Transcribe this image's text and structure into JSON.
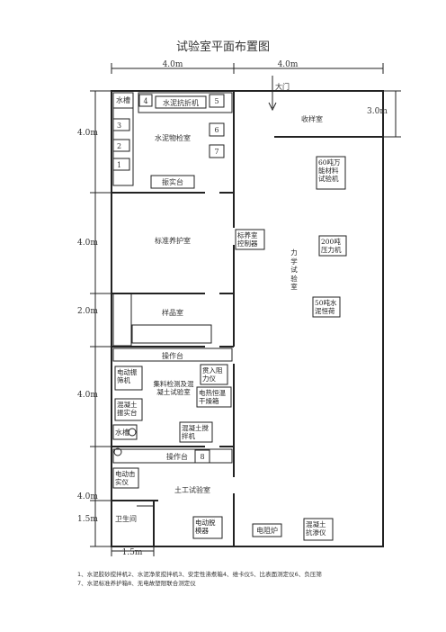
{
  "title": "试验室平面布置图",
  "dimensions": {
    "top_left": "4.0m",
    "top_right": "4.0m",
    "right_top": "3.0m",
    "left": [
      "4.0m",
      "4.0m",
      "2.0m",
      "4.0m",
      "4.0m",
      "1.5m"
    ],
    "bottom": "1.5m"
  },
  "rooms": {
    "cement": "水泥物检室",
    "curing": "标准养护室",
    "sample": "样品室",
    "aggregate": "集料检测及混凝土试验室",
    "soil": "土工试验室",
    "toilet": "卫生间",
    "receive": "收样室",
    "mechanics": "力学试验室",
    "gate": "大门"
  },
  "equipment": {
    "sink1": "水槽",
    "sink2": "水槽",
    "flexure": "水泥抗折机",
    "shaker_table": "振实台",
    "console1": "操作台",
    "console2": "操作台",
    "screen": "电动振筛机",
    "penetrometer": "贯入阻力仪",
    "vibrator": "混凝土振实台",
    "oven": "电热恒温干燥箱",
    "mixer": "混凝土搅拌机",
    "compactor": "电动击实仪",
    "demolder": "电动脱模器",
    "furnace": "电阻炉",
    "impermeability": "混凝土抗渗仪",
    "curing_controller": "标养室控制器",
    "universal": "60吨万能材料试验机",
    "press200": "200吨压力机",
    "bending50": "50吨水泥恒荷"
  },
  "numbers": [
    "1",
    "2",
    "3",
    "4",
    "5",
    "6",
    "7",
    "8"
  ],
  "legend": [
    "1、水泥胶砂搅拌机2、水泥净浆搅拌机3、安定性沸煮箱4、维卡仪5、比表面测定仪6、负压筛",
    "7、水泥标准养护箱8、无电故塑限联合测定仪"
  ]
}
